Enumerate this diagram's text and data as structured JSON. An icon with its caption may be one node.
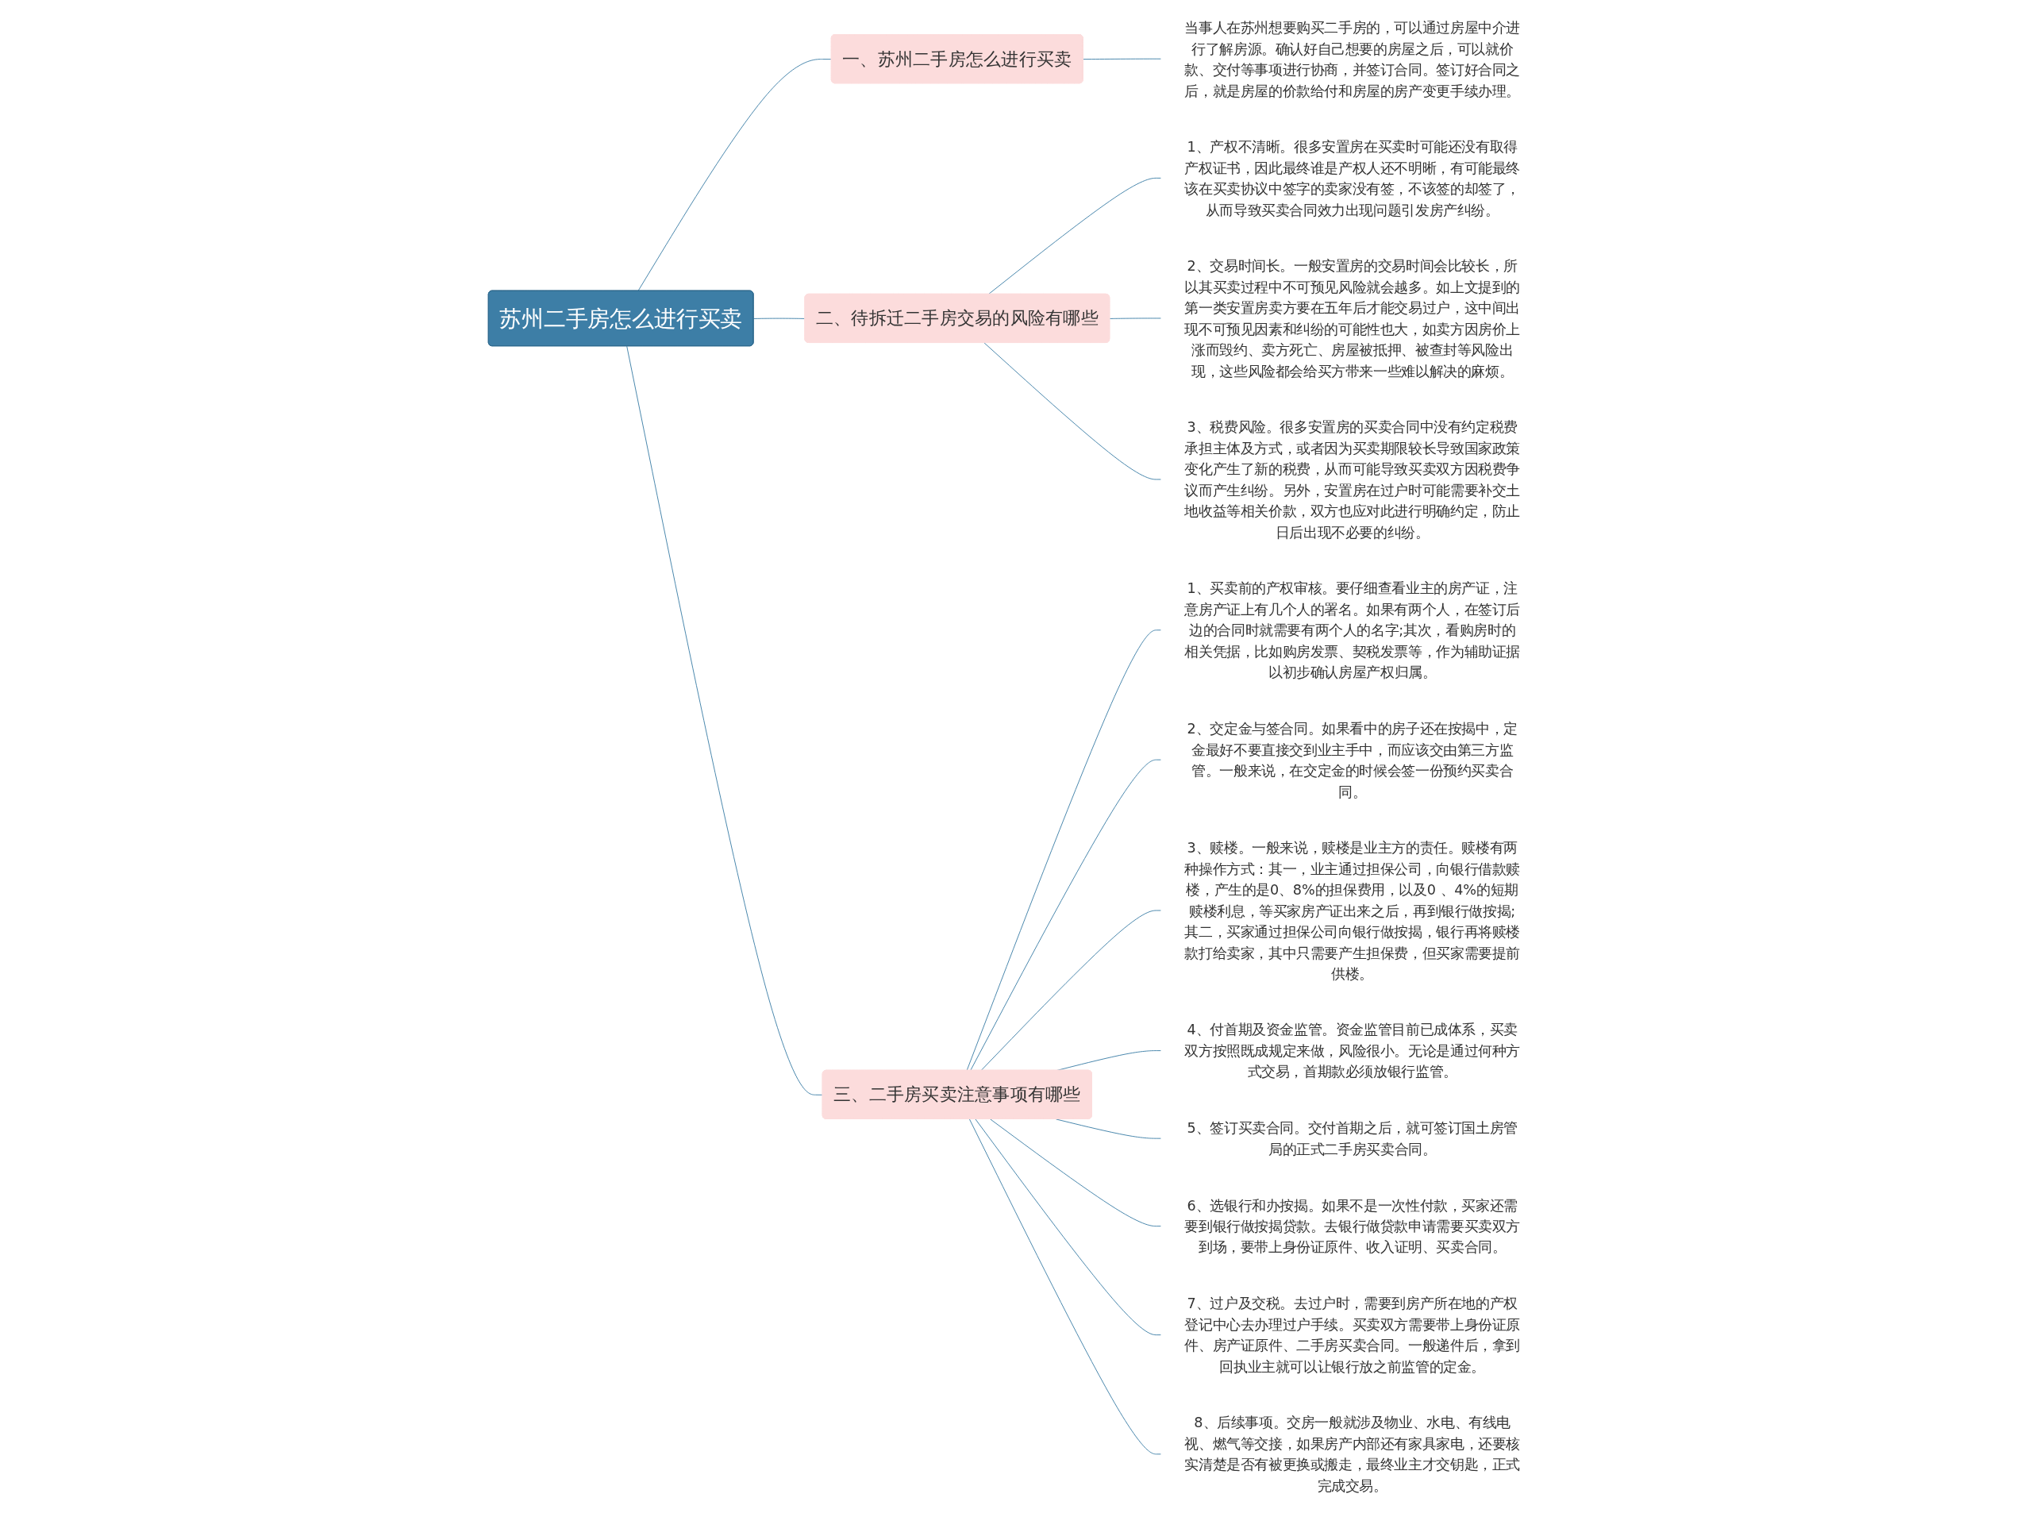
{
  "diagram": {
    "nodes": [
      {
        "text": [
          "苏州二手房怎么进行买卖"
        ]
      },
      {
        "text": [
          "一、苏州二手房怎么进行买卖"
        ]
      },
      {
        "text": [
          "当事人在苏州想要购买二手房的，可以通过房屋中介进行了解房源。确认好自己想要的房屋之后，可以就价款、交付等事项进行协商，并签订合同。签订好合同之后，就是房屋的价款给付和房屋的房产变更手续办理。"
        ]
      },
      {
        "text": [
          "二、待拆迁二手房交易的风险有哪些"
        ]
      },
      {
        "text": [
          "1、产权不清晰。很多安置房在买卖时可能还没有取得产权证书，因此最终谁是产权人还不明晰，有可能最终该在买卖协议中签字的卖家没有签，不该签的却签了，从而导致买卖合同效力出现问题引发房产纠纷。"
        ]
      },
      {
        "text": [
          "2、交易时间长。一般安置房的交易时间会比较长，所以其买卖过程中不可预见风险就会越多。如上文提到的第一类安置房卖方要在五年后才能交易过户，这中间出现不可预见因素和纠纷的可能性也大，如卖方因房价上涨而毁约、卖方死亡、房屋被抵押、被查封等风险出现，这些风险都会给买方带来一些难以解决的麻烦。"
        ]
      },
      {
        "text": [
          "3、税费风险。很多安置房的买卖合同中没有约定税费承担主体及方式，或者因为买卖期限较长导致国家政策变化产生了新的税费，从而可能导致买卖双方因税费争议而产生纠纷。另外，安置房在过户时可能需要补交土地收益等相关价款，双方也应对此进行明确约定，防止日后出现不必要的纠纷。"
        ]
      },
      {
        "text": [
          "三、二手房买卖注意事项有哪些"
        ]
      },
      {
        "text": [
          "1、买卖前的产权审核。要仔细查看业主的房产证，注意房产证上有几个人的署名。如果有两个人，在签订后边的合同时就需要有两个人的名字;其次，看购房时的相关凭据，比如购房发票、契税发票等，作为辅助证据以初步确认房屋产权归属。"
        ]
      },
      {
        "text": [
          "2、交定金与签合同。如果看中的房子还在按揭中，定金最好不要直接交到业主手中，而应该交由第三方监管。一般来说，在交定金的时候会签一份预约买卖合同。"
        ]
      },
      {
        "text": [
          "3、赎楼。一般来说，赎楼是业主方的责任。赎楼有两种操作方式：其一，业主通过担保公司，向银行借款赎楼，产生的是0、8%的担保费用，以及0 、4%的短期赎楼利息，等买家房产证出来之后，再到银行做按揭;其二，买家通过担保公司向银行做按揭，银行再将赎楼款打给卖家，其中只需要产生担保费，但买家需要提前供楼。"
        ]
      },
      {
        "text": [
          "4、付首期及资金监管。资金监管目前已成体系，买卖双方按照既成规定来做，风险很小。无论是通过何种方式交易，首期款必须放银行监管。"
        ]
      },
      {
        "text": [
          "5、签订买卖合同。交付首期之后，就可签订国土房管局的正式二手房买卖合同。"
        ]
      },
      {
        "text": [
          "6、选银行和办按揭。如果不是一次性付款，买家还需要到银行做按揭贷款。去银行做贷款申请需要买卖双方到场，要带上身份证原件、收入证明、买卖合同。"
        ]
      },
      {
        "text": [
          "7、过户及交税。去过户时，需要到房产所在地的产权登记中心去办理过户手续。买卖双方需要带上身份证原件、房产证原件、二手房买卖合同。一般递件后，拿到回执业主就可以让银行放之前监管的定金。"
        ]
      },
      {
        "text": [
          "8、后续事项。交房一般就涉及物业、水电、有线电视、燃气等交接，如果房产内部还有家具家电，还要核实清楚是否有被更换或搬走，最终业主才交钥匙，正式完成交易。"
        ]
      }
    ],
    "edges": [
      {
        "from": 0,
        "to": 1,
        "arrow": "none"
      },
      {
        "from": 1,
        "to": 2,
        "arrow": "none"
      },
      {
        "from": 0,
        "to": 3,
        "arrow": "none"
      },
      {
        "from": 3,
        "to": 4,
        "arrow": "none"
      },
      {
        "from": 3,
        "to": 5,
        "arrow": "none"
      },
      {
        "from": 3,
        "to": 6,
        "arrow": "none"
      },
      {
        "from": 0,
        "to": 7,
        "arrow": "none"
      },
      {
        "from": 7,
        "to": 8,
        "arrow": "none"
      },
      {
        "from": 7,
        "to": 9,
        "arrow": "none"
      },
      {
        "from": 7,
        "to": 10,
        "arrow": "none"
      },
      {
        "from": 7,
        "to": 11,
        "arrow": "none"
      },
      {
        "from": 7,
        "to": 12,
        "arrow": "none"
      },
      {
        "from": 7,
        "to": 13,
        "arrow": "none"
      },
      {
        "from": 7,
        "to": 14,
        "arrow": "none"
      },
      {
        "from": 7,
        "to": 15,
        "arrow": "none"
      }
    ]
  }
}
